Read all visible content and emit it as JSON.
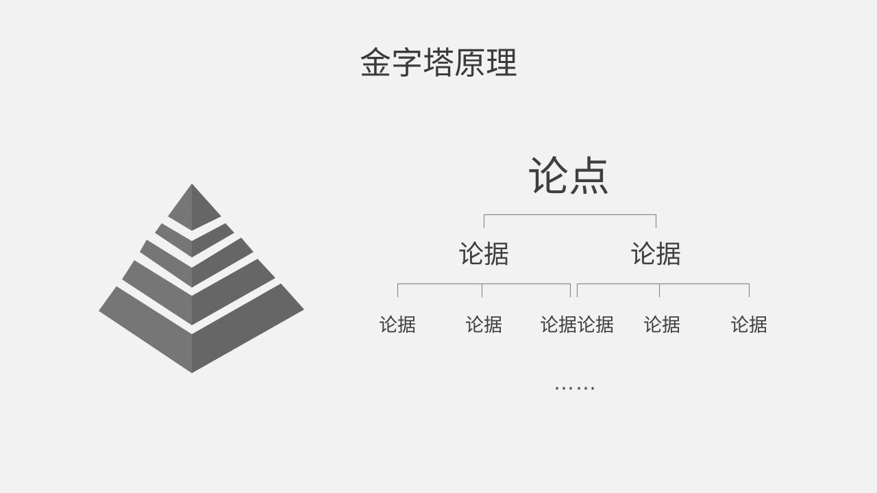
{
  "title": "金字塔原理",
  "tree": {
    "root": "论点",
    "level1": [
      "论据",
      "论据"
    ],
    "leaves": [
      "论据",
      "论据",
      "论据",
      "论据",
      "论据",
      "论据"
    ],
    "continuation": "……"
  },
  "colors": {
    "background": "#f2f2f2",
    "pyramid_fill": "#707070",
    "pyramid_shade": "#636363",
    "connector_line": "#8c8c8c",
    "text": "#3f3f3f"
  }
}
